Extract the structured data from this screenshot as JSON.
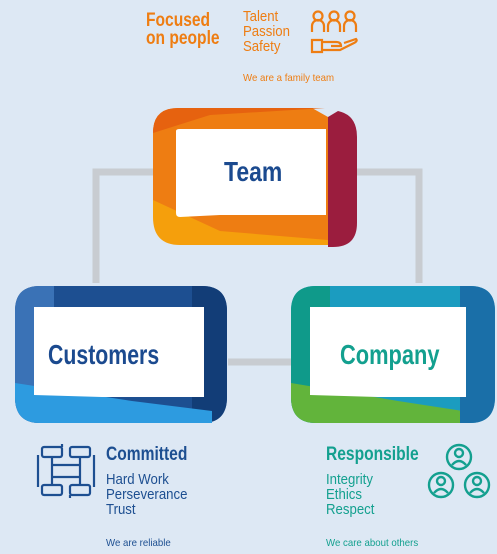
{
  "top": {
    "heading": "Focused\non people",
    "values": [
      "Talent",
      "Passion",
      "Safety"
    ],
    "tagline": "We are a family team"
  },
  "bubbles": {
    "team": "Team",
    "customers": "Customers",
    "company": "Company"
  },
  "left": {
    "heading": "Committed",
    "values": [
      "Hard Work",
      "Perseverance",
      "Trust"
    ],
    "tagline": "We are reliable"
  },
  "right": {
    "heading": "Responsible",
    "values": [
      "Integrity",
      "Ethics",
      "Respect"
    ],
    "tagline": "We care about others"
  },
  "colors": {
    "background": "#dde8f4",
    "orange": "#ee7d12",
    "navy": "#1d4f91",
    "teal": "#13a08f",
    "connector": "#c8ccd1"
  },
  "icons": {
    "top": "people-hand-icon",
    "left": "interlocking-hands-icon",
    "right": "team-circle-icon"
  }
}
